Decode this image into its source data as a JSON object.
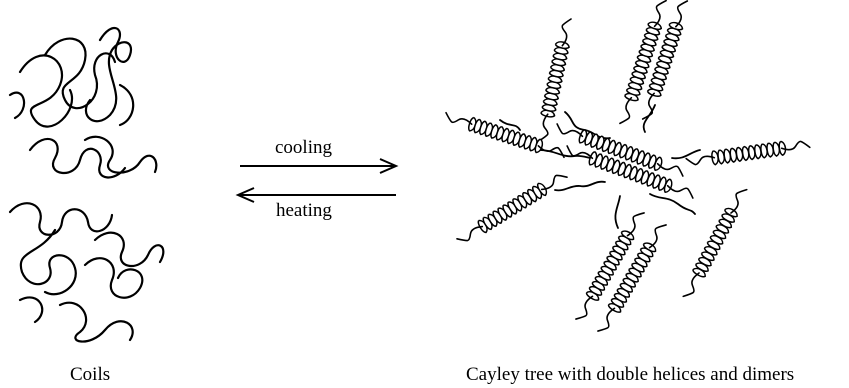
{
  "labels": {
    "forward_arrow": "cooling",
    "reverse_arrow": "heating",
    "left_state": "Coils",
    "right_state": "Cayley tree with double helices and dimers"
  },
  "colors": {
    "ink": "#000000",
    "background": "#ffffff"
  },
  "helices": [
    {
      "label": "helix-top-a"
    },
    {
      "label": "helix-top-b"
    },
    {
      "label": "helix-top-c"
    },
    {
      "label": "helix-left"
    },
    {
      "label": "helix-center-a"
    },
    {
      "label": "helix-center-b"
    },
    {
      "label": "helix-right"
    },
    {
      "label": "helix-lower-left"
    },
    {
      "label": "helix-bottom-a"
    },
    {
      "label": "helix-bottom-b"
    },
    {
      "label": "helix-bottom-right"
    }
  ]
}
